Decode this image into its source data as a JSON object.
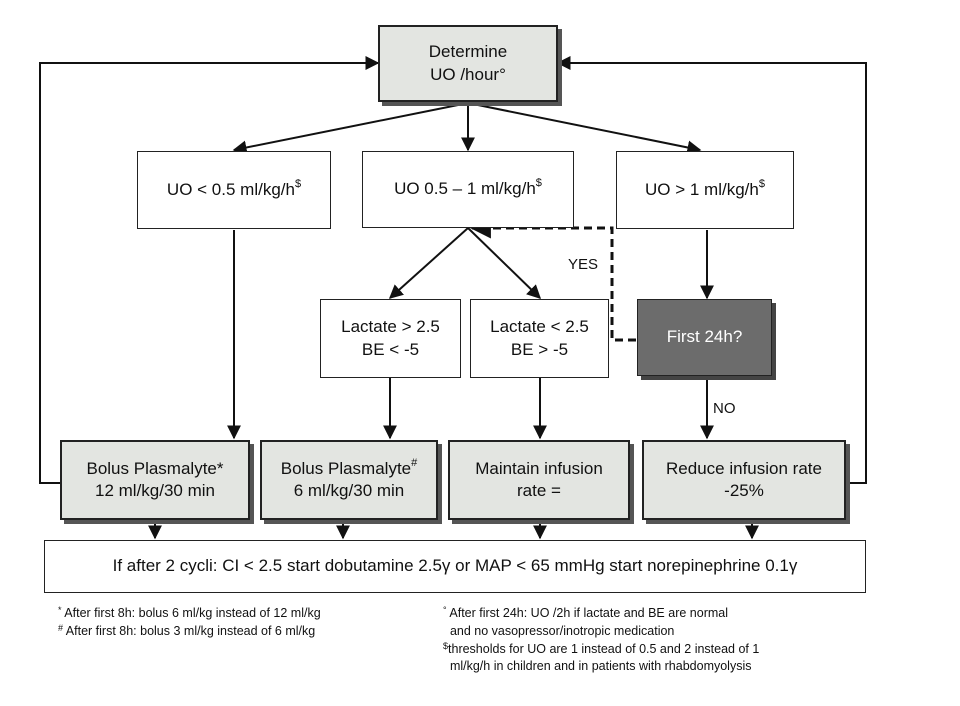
{
  "nodes": {
    "determine": {
      "line1": "Determine",
      "line2": "UO /hour",
      "mark": "°"
    },
    "uo_low": {
      "text": "UO < 0.5 ml/kg/h",
      "mark": "$"
    },
    "uo_mid": {
      "text": "UO 0.5 – 1 ml/kg/h",
      "mark": "$"
    },
    "uo_high": {
      "text": "UO > 1 ml/kg/h",
      "mark": "$"
    },
    "lactate_high": {
      "line1": "Lactate > 2.5",
      "line2": "BE < -5"
    },
    "lactate_low": {
      "line1": "Lactate < 2.5",
      "line2": "BE > -5"
    },
    "first24": {
      "text": "First 24h?"
    },
    "bolus12": {
      "line1": "Bolus Plasmalyte",
      "mark": "*",
      "line2": "12 ml/kg/30 min"
    },
    "bolus6": {
      "line1": "Bolus Plasmalyte",
      "mark": "#",
      "line2": "6 ml/kg/30 min"
    },
    "maintain": {
      "line1": "Maintain infusion",
      "line2": "rate ="
    },
    "reduce": {
      "line1": "Reduce infusion rate",
      "line2": "-25%"
    },
    "cycli": {
      "text": "If after 2 cycli: CI < 2.5 start dobutamine 2.5γ or MAP < 65 mmHg start norepinephrine 0.1γ"
    }
  },
  "edge_labels": {
    "yes": "YES",
    "no": "NO"
  },
  "footnotes": {
    "left": [
      {
        "mark": "*",
        "text": " After first 8h: bolus 6 ml/kg instead of 12 ml/kg"
      },
      {
        "mark": "#",
        "text": " After first 8h: bolus 3 ml/kg instead of 6 ml/kg"
      }
    ],
    "right": [
      {
        "mark": "°",
        "text": " After first 24h: UO /2h if lactate and BE are normal"
      },
      {
        "mark": "",
        "text": "  and no vasopressor/inotropic medication"
      },
      {
        "mark": "$",
        "text": "thresholds for UO are 1 instead of 0.5 and 2 instead of 1"
      },
      {
        "mark": "",
        "text": "  ml/kg/h in children and in patients with rhabdomyolysis"
      }
    ]
  }
}
